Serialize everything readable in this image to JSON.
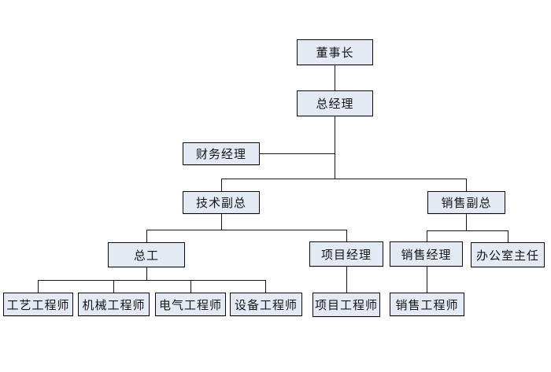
{
  "org_chart": {
    "nodes": {
      "chairman": {
        "label": "董事长"
      },
      "general_manager": {
        "label": "总经理"
      },
      "finance_manager": {
        "label": "财务经理"
      },
      "technical_vp": {
        "label": "技术副总"
      },
      "sales_vp": {
        "label": "销售副总"
      },
      "chief_engineer": {
        "label": "总工"
      },
      "project_manager": {
        "label": "项目经理"
      },
      "sales_manager": {
        "label": "销售经理"
      },
      "office_director": {
        "label": "办公室主任"
      },
      "process_engineer": {
        "label": "工艺工程师"
      },
      "mechanical_engineer": {
        "label": "机械工程师"
      },
      "electrical_engineer": {
        "label": "电气工程师"
      },
      "equipment_engineer": {
        "label": "设备工程师"
      },
      "project_engineer": {
        "label": "项目工程师"
      },
      "sales_engineer": {
        "label": "销售工程师"
      }
    },
    "edges": [
      {
        "from": "董事长",
        "to": "总经理"
      },
      {
        "from": "总经理",
        "to": "财务经理"
      },
      {
        "from": "总经理",
        "to": "技术副总"
      },
      {
        "from": "总经理",
        "to": "销售副总"
      },
      {
        "from": "技术副总",
        "to": "总工"
      },
      {
        "from": "技术副总",
        "to": "项目经理"
      },
      {
        "from": "销售副总",
        "to": "销售经理"
      },
      {
        "from": "销售副总",
        "to": "办公室主任"
      },
      {
        "from": "总工",
        "to": "工艺工程师"
      },
      {
        "from": "总工",
        "to": "机械工程师"
      },
      {
        "from": "总工",
        "to": "电气工程师"
      },
      {
        "from": "总工",
        "to": "设备工程师"
      },
      {
        "from": "项目经理",
        "to": "项目工程师"
      },
      {
        "from": "销售经理",
        "to": "销售工程师"
      }
    ],
    "colors": {
      "node_fill": "#e4eaf4",
      "node_border": "#0a0a0a",
      "connector": "#141414",
      "background": "#ffffff",
      "text": "#141414"
    }
  }
}
